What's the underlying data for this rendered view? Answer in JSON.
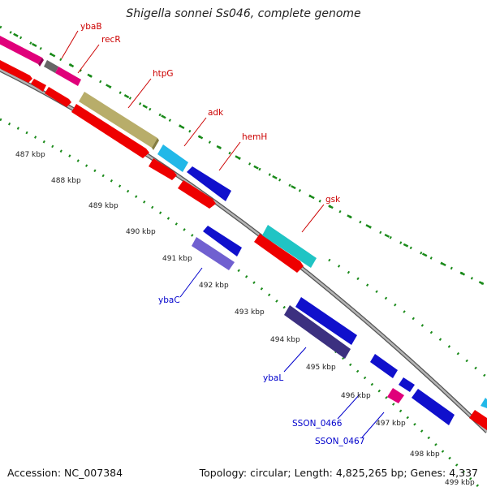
{
  "title": "Shigella sonnei Ss046, complete genome",
  "footer": {
    "accession": "Accession: NC_007384",
    "topology": "Topology: circular; Length: 4,825,265 bp; Genes: 4,337"
  },
  "ticks": [
    "487 kbp",
    "488 kbp",
    "489 kbp",
    "490 kbp",
    "491 kbp",
    "492 kbp",
    "493 kbp",
    "494 kbp",
    "495 kbp",
    "496 kbp",
    "497 kbp",
    "498 kbp",
    "499 kbp"
  ],
  "genes": [
    {
      "id": "ybaB",
      "label": "ybaB",
      "strand": "forward",
      "color": "#e0007a",
      "label_color": "#cc0000"
    },
    {
      "id": "recR",
      "label": "recR",
      "strand": "forward",
      "color": "#e0007a",
      "label_color": "#cc0000"
    },
    {
      "id": "htpG",
      "label": "htpG",
      "strand": "forward",
      "color": "#b8ad6a",
      "label_color": "#cc0000"
    },
    {
      "id": "adk",
      "label": "adk",
      "strand": "forward",
      "color": "#22b8e8",
      "label_color": "#cc0000"
    },
    {
      "id": "hemH",
      "label": "hemH",
      "strand": "forward",
      "color": "#1010cc",
      "label_color": "#cc0000"
    },
    {
      "id": "gsk",
      "label": "gsk",
      "strand": "forward",
      "color": "#20c4c4",
      "label_color": "#cc0000"
    },
    {
      "id": "ybaC",
      "label": "ybaC",
      "strand": "reverse",
      "color": "#7060d0",
      "label_color": "#0000cc"
    },
    {
      "id": "ybaL",
      "label": "ybaL",
      "strand": "reverse",
      "color": "#3c3080",
      "label_color": "#0000cc"
    },
    {
      "id": "SSON_0466",
      "label": "SSON_0466",
      "strand": "reverse",
      "color": "#1010cc",
      "label_color": "#0000cc"
    },
    {
      "id": "SSON_0467",
      "label": "SSON_0467",
      "strand": "reverse",
      "color": "#e0007a",
      "label_color": "#0000cc"
    }
  ],
  "colors": {
    "forward_cds": "#ee0000",
    "backbone": "#808080",
    "gc_dots": "#1a8a1a"
  }
}
